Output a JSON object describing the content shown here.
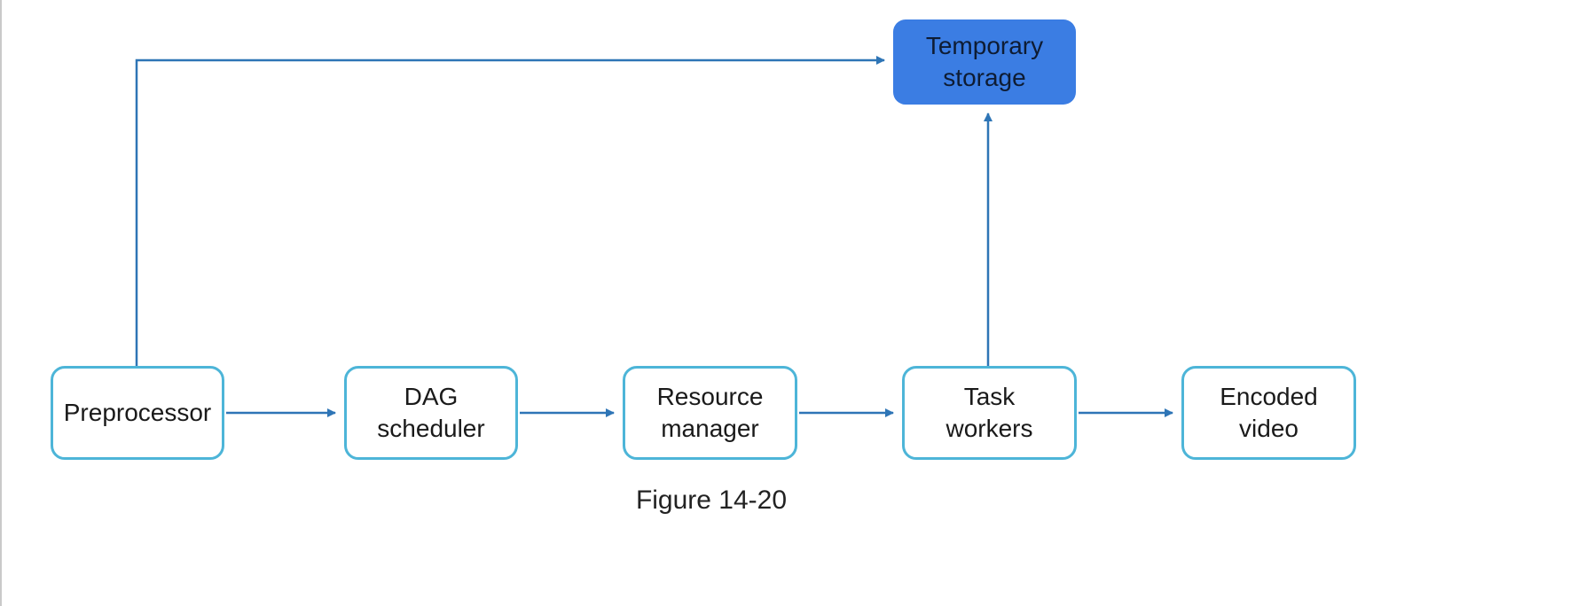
{
  "diagram": {
    "caption": "Figure 14-20",
    "nodes": {
      "preprocessor": {
        "label": "Preprocessor"
      },
      "dag_scheduler": {
        "label": "DAG scheduler"
      },
      "resource_manager": {
        "label": "Resource manager"
      },
      "task_workers": {
        "label": "Task workers"
      },
      "encoded_video": {
        "label": "Encoded video"
      },
      "temporary_storage": {
        "label": "Temporary storage"
      }
    },
    "edges": [
      {
        "from": "Preprocessor",
        "to": "DAG scheduler"
      },
      {
        "from": "DAG scheduler",
        "to": "Resource manager"
      },
      {
        "from": "Resource manager",
        "to": "Task workers"
      },
      {
        "from": "Task workers",
        "to": "Encoded video"
      },
      {
        "from": "Preprocessor",
        "to": "Temporary storage"
      },
      {
        "from": "Task workers",
        "to": "Temporary storage"
      }
    ],
    "colors": {
      "node_border": "#4db5d8",
      "node_fill": "#ffffff",
      "storage_fill": "#3b7de3",
      "arrow": "#2e75b6",
      "text": "#1a1a1a"
    }
  }
}
